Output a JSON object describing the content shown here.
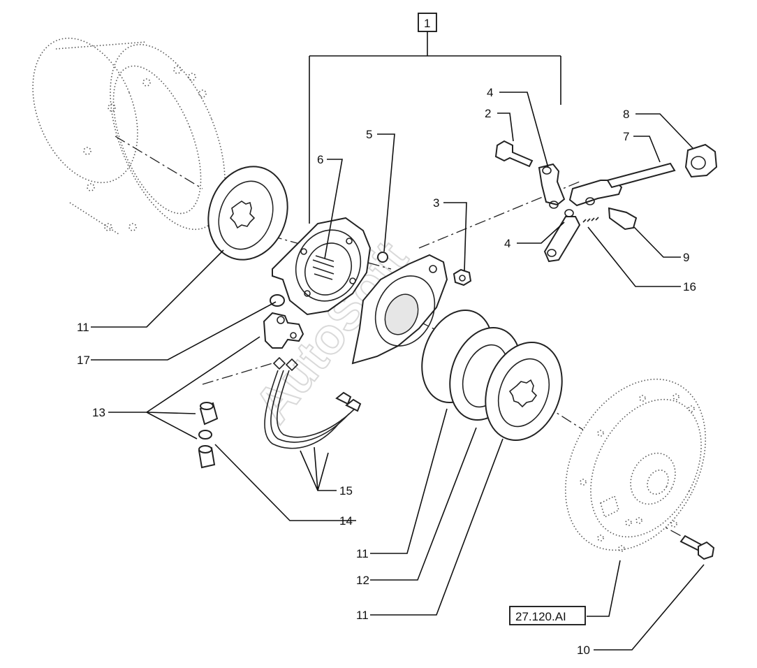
{
  "diagram": {
    "group_label": "1",
    "reference_code": "27.120.AI",
    "watermark": "AutoSoft",
    "callouts": {
      "c11a": "11",
      "c17": "17",
      "c13": "13",
      "c14": "14",
      "c15": "15",
      "c6": "6",
      "c5": "5",
      "c3": "3",
      "c2": "2",
      "c4a": "4",
      "c4b": "4",
      "c8": "8",
      "c7": "7",
      "c9": "9",
      "c16": "16",
      "c11b": "11",
      "c12": "12",
      "c11c": "11",
      "c10": "10"
    }
  }
}
